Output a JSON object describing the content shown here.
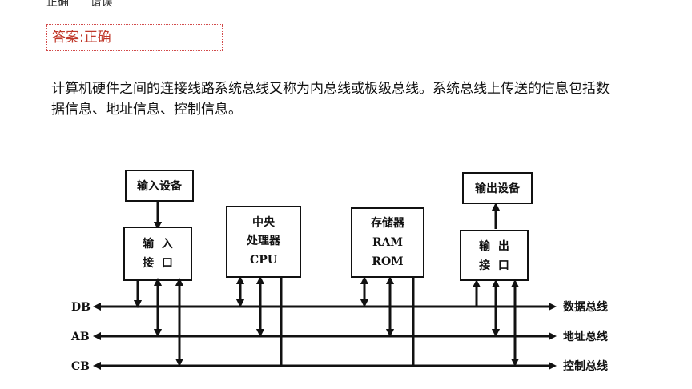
{
  "options": [
    "正确",
    "错误"
  ],
  "answer": "答案:正确",
  "explanation": "计算机硬件之间的连接线路系统总线又称为内总线或板级总线。系统总线上传送的信息包括数据信息、地址信息、控制信息。",
  "diagram": {
    "input_device": "输入设备",
    "output_device": "输出设备",
    "input_interface": [
      "输  入",
      "接  口"
    ],
    "cpu": [
      "中央",
      "处理器",
      "CPU"
    ],
    "memory": [
      "存储器",
      "RAM",
      "ROM"
    ],
    "output_interface": [
      "输  出",
      "接  口"
    ],
    "bus_left": [
      "DB",
      "AB",
      "CB"
    ],
    "bus_right": [
      "数据总线",
      "地址总线",
      "控制总线"
    ]
  }
}
